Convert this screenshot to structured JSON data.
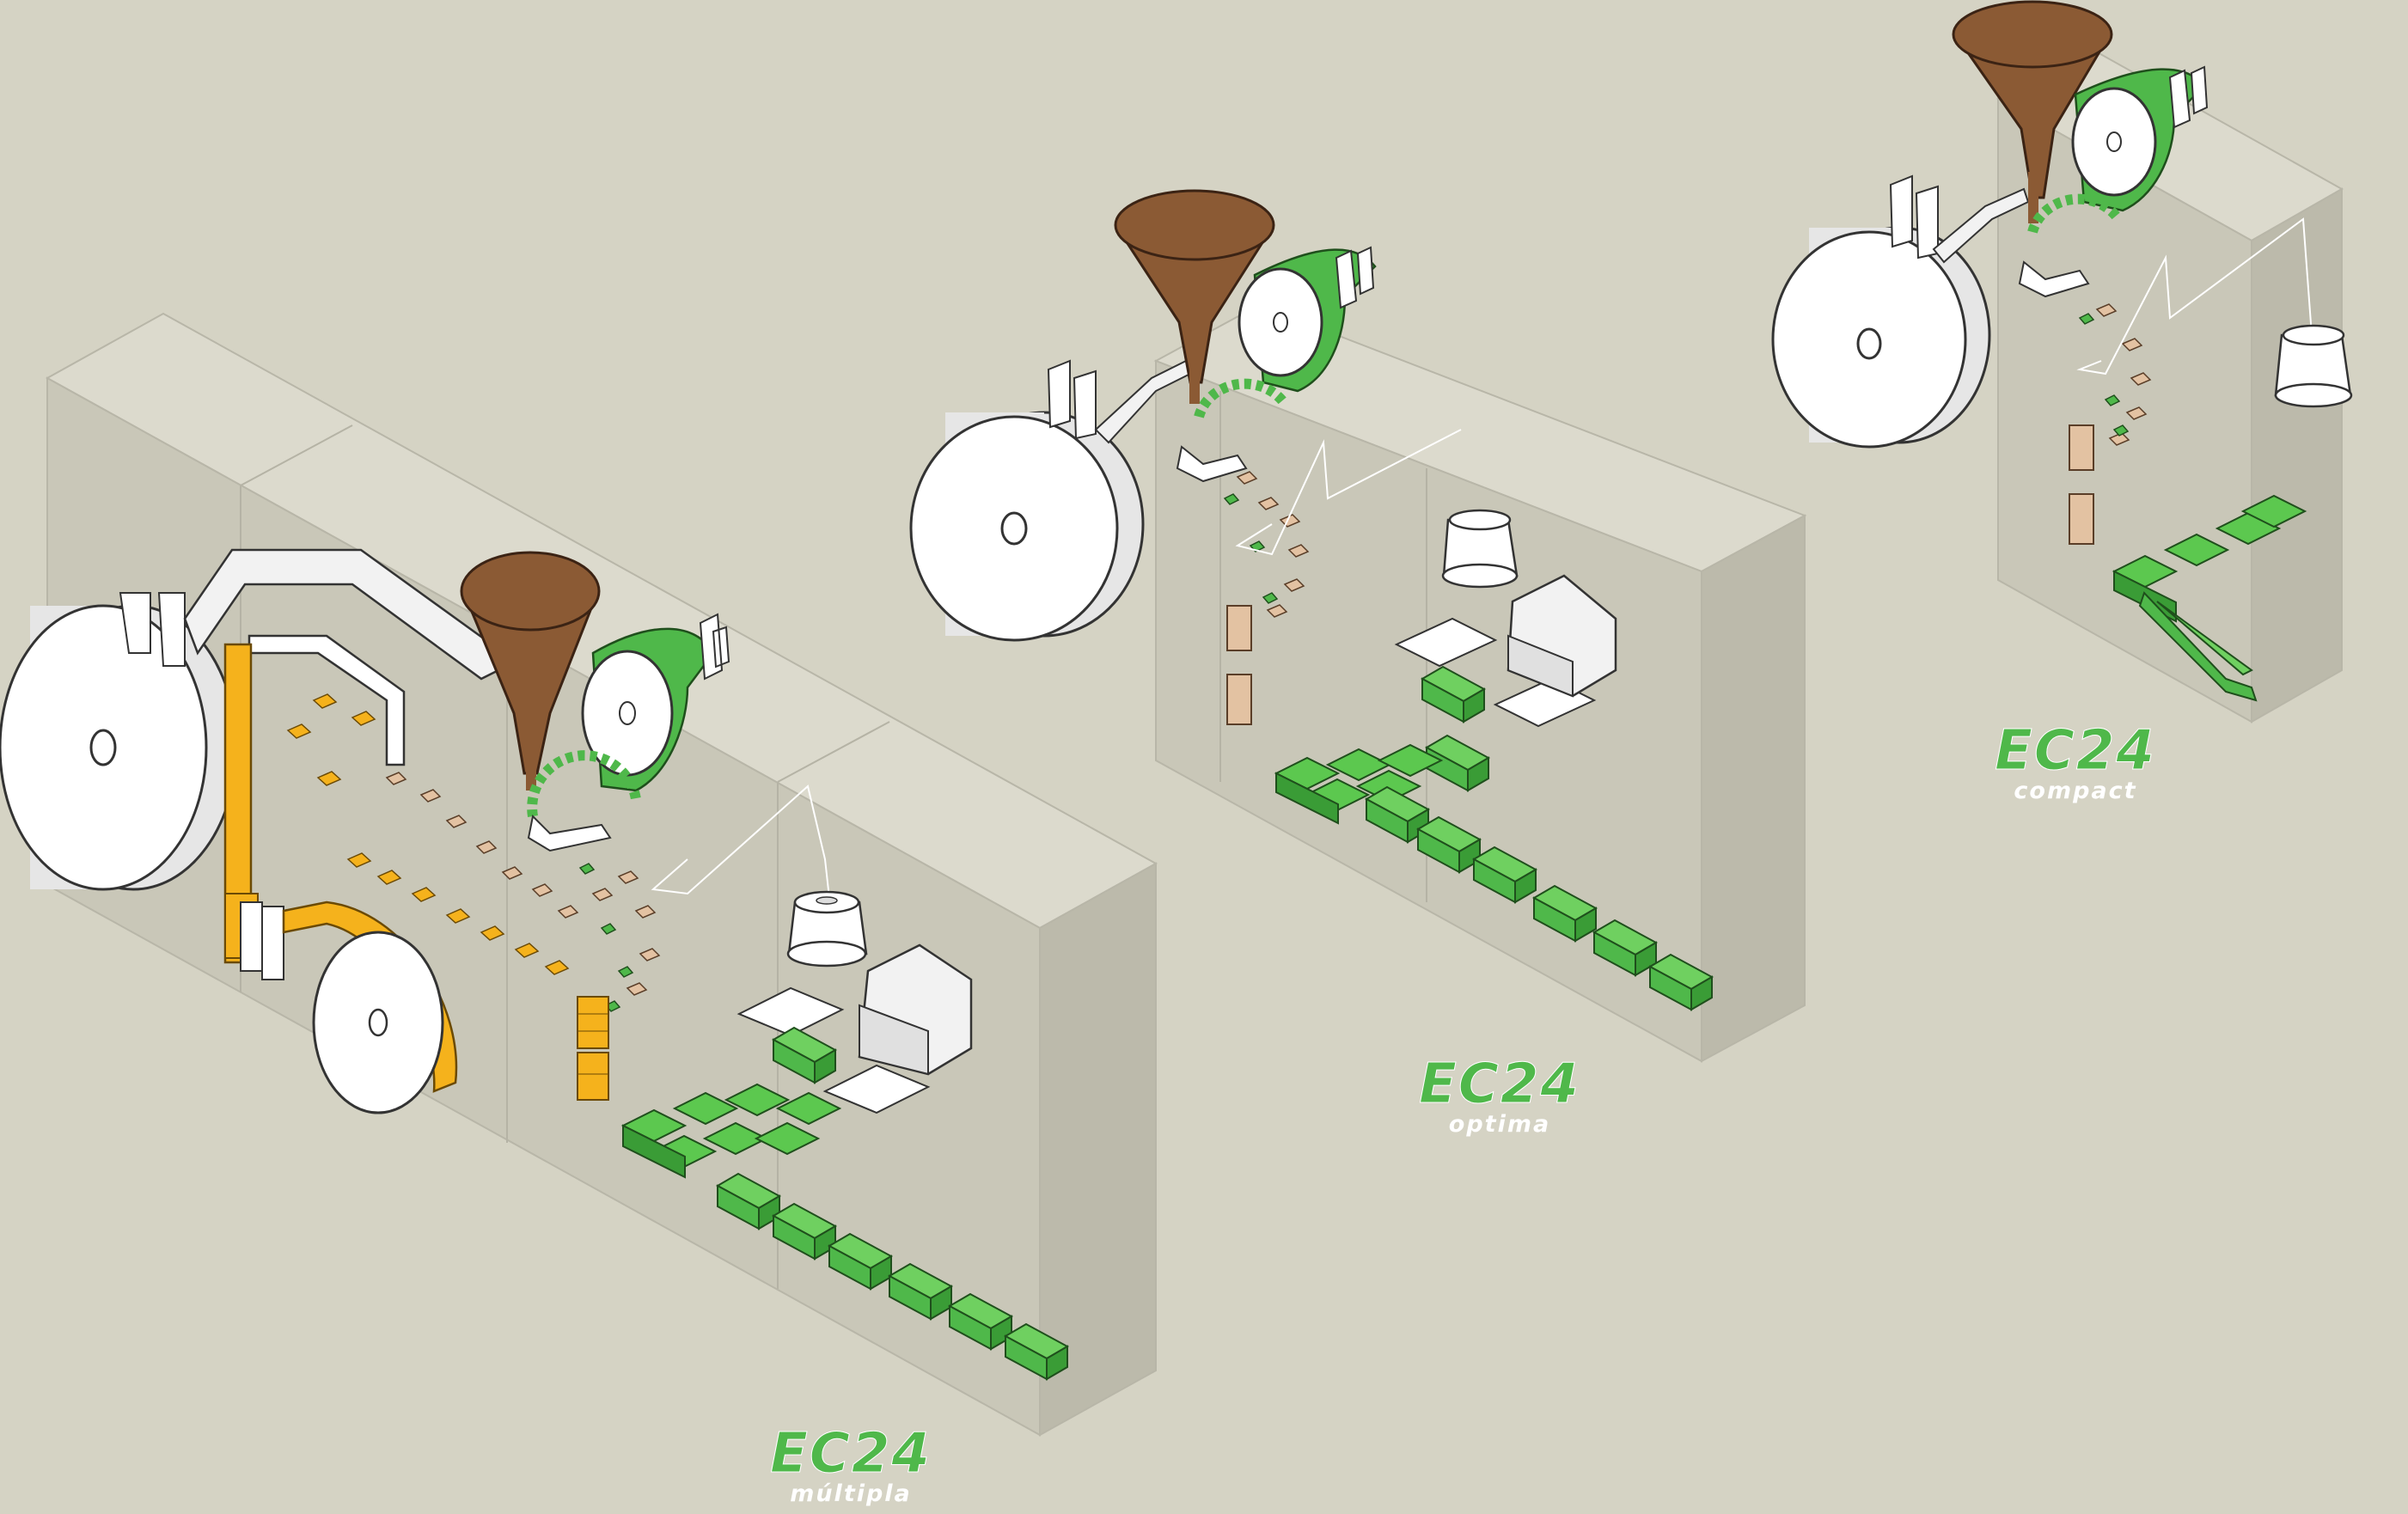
{
  "machines": [
    {
      "name": "EC24",
      "variant": "múltipla"
    },
    {
      "name": "EC24",
      "variant": "optima"
    },
    {
      "name": "EC24",
      "variant": "compact"
    }
  ],
  "colors": {
    "background": "#d5d3c4",
    "wall_front": "#c9c7b8",
    "wall_side": "#bcbaab",
    "wall_top": "#dcdacd",
    "accent_green": "#4fb84a",
    "accent_orange": "#f5b21c",
    "coffee_brown": "#8b5a34",
    "filter_paper": "#e3c2a2",
    "outline": "#3a3a3a"
  },
  "icons": [
    "filter-reel-icon",
    "coffee-hopper-icon",
    "drive-wheel-icon",
    "weight-icon",
    "carton-stack-icon",
    "carton-blank-icon",
    "conveyor-icon"
  ]
}
